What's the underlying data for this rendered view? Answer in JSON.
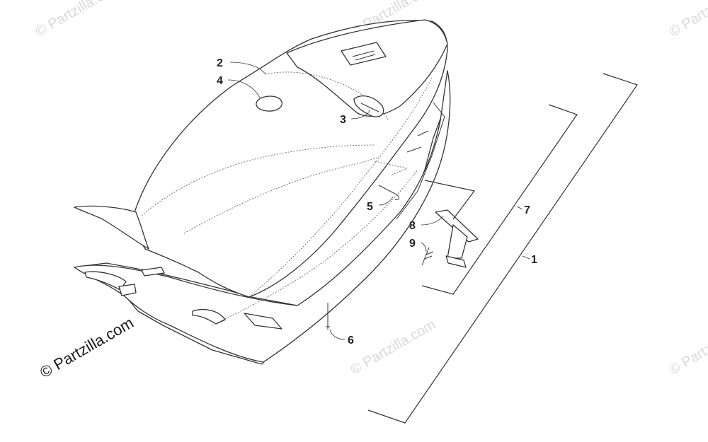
{
  "watermark": {
    "brand_text": "© Partzilla.com",
    "repeated_text": "© Partzilla.com"
  },
  "callouts": [
    {
      "id": "c1",
      "label": "1"
    },
    {
      "id": "c2",
      "label": "2"
    },
    {
      "id": "c3",
      "label": "3"
    },
    {
      "id": "c4",
      "label": "4"
    },
    {
      "id": "c5",
      "label": "5"
    },
    {
      "id": "c6",
      "label": "6"
    },
    {
      "id": "c7",
      "label": "7"
    },
    {
      "id": "c8",
      "label": "8"
    },
    {
      "id": "c9",
      "label": "9"
    }
  ]
}
